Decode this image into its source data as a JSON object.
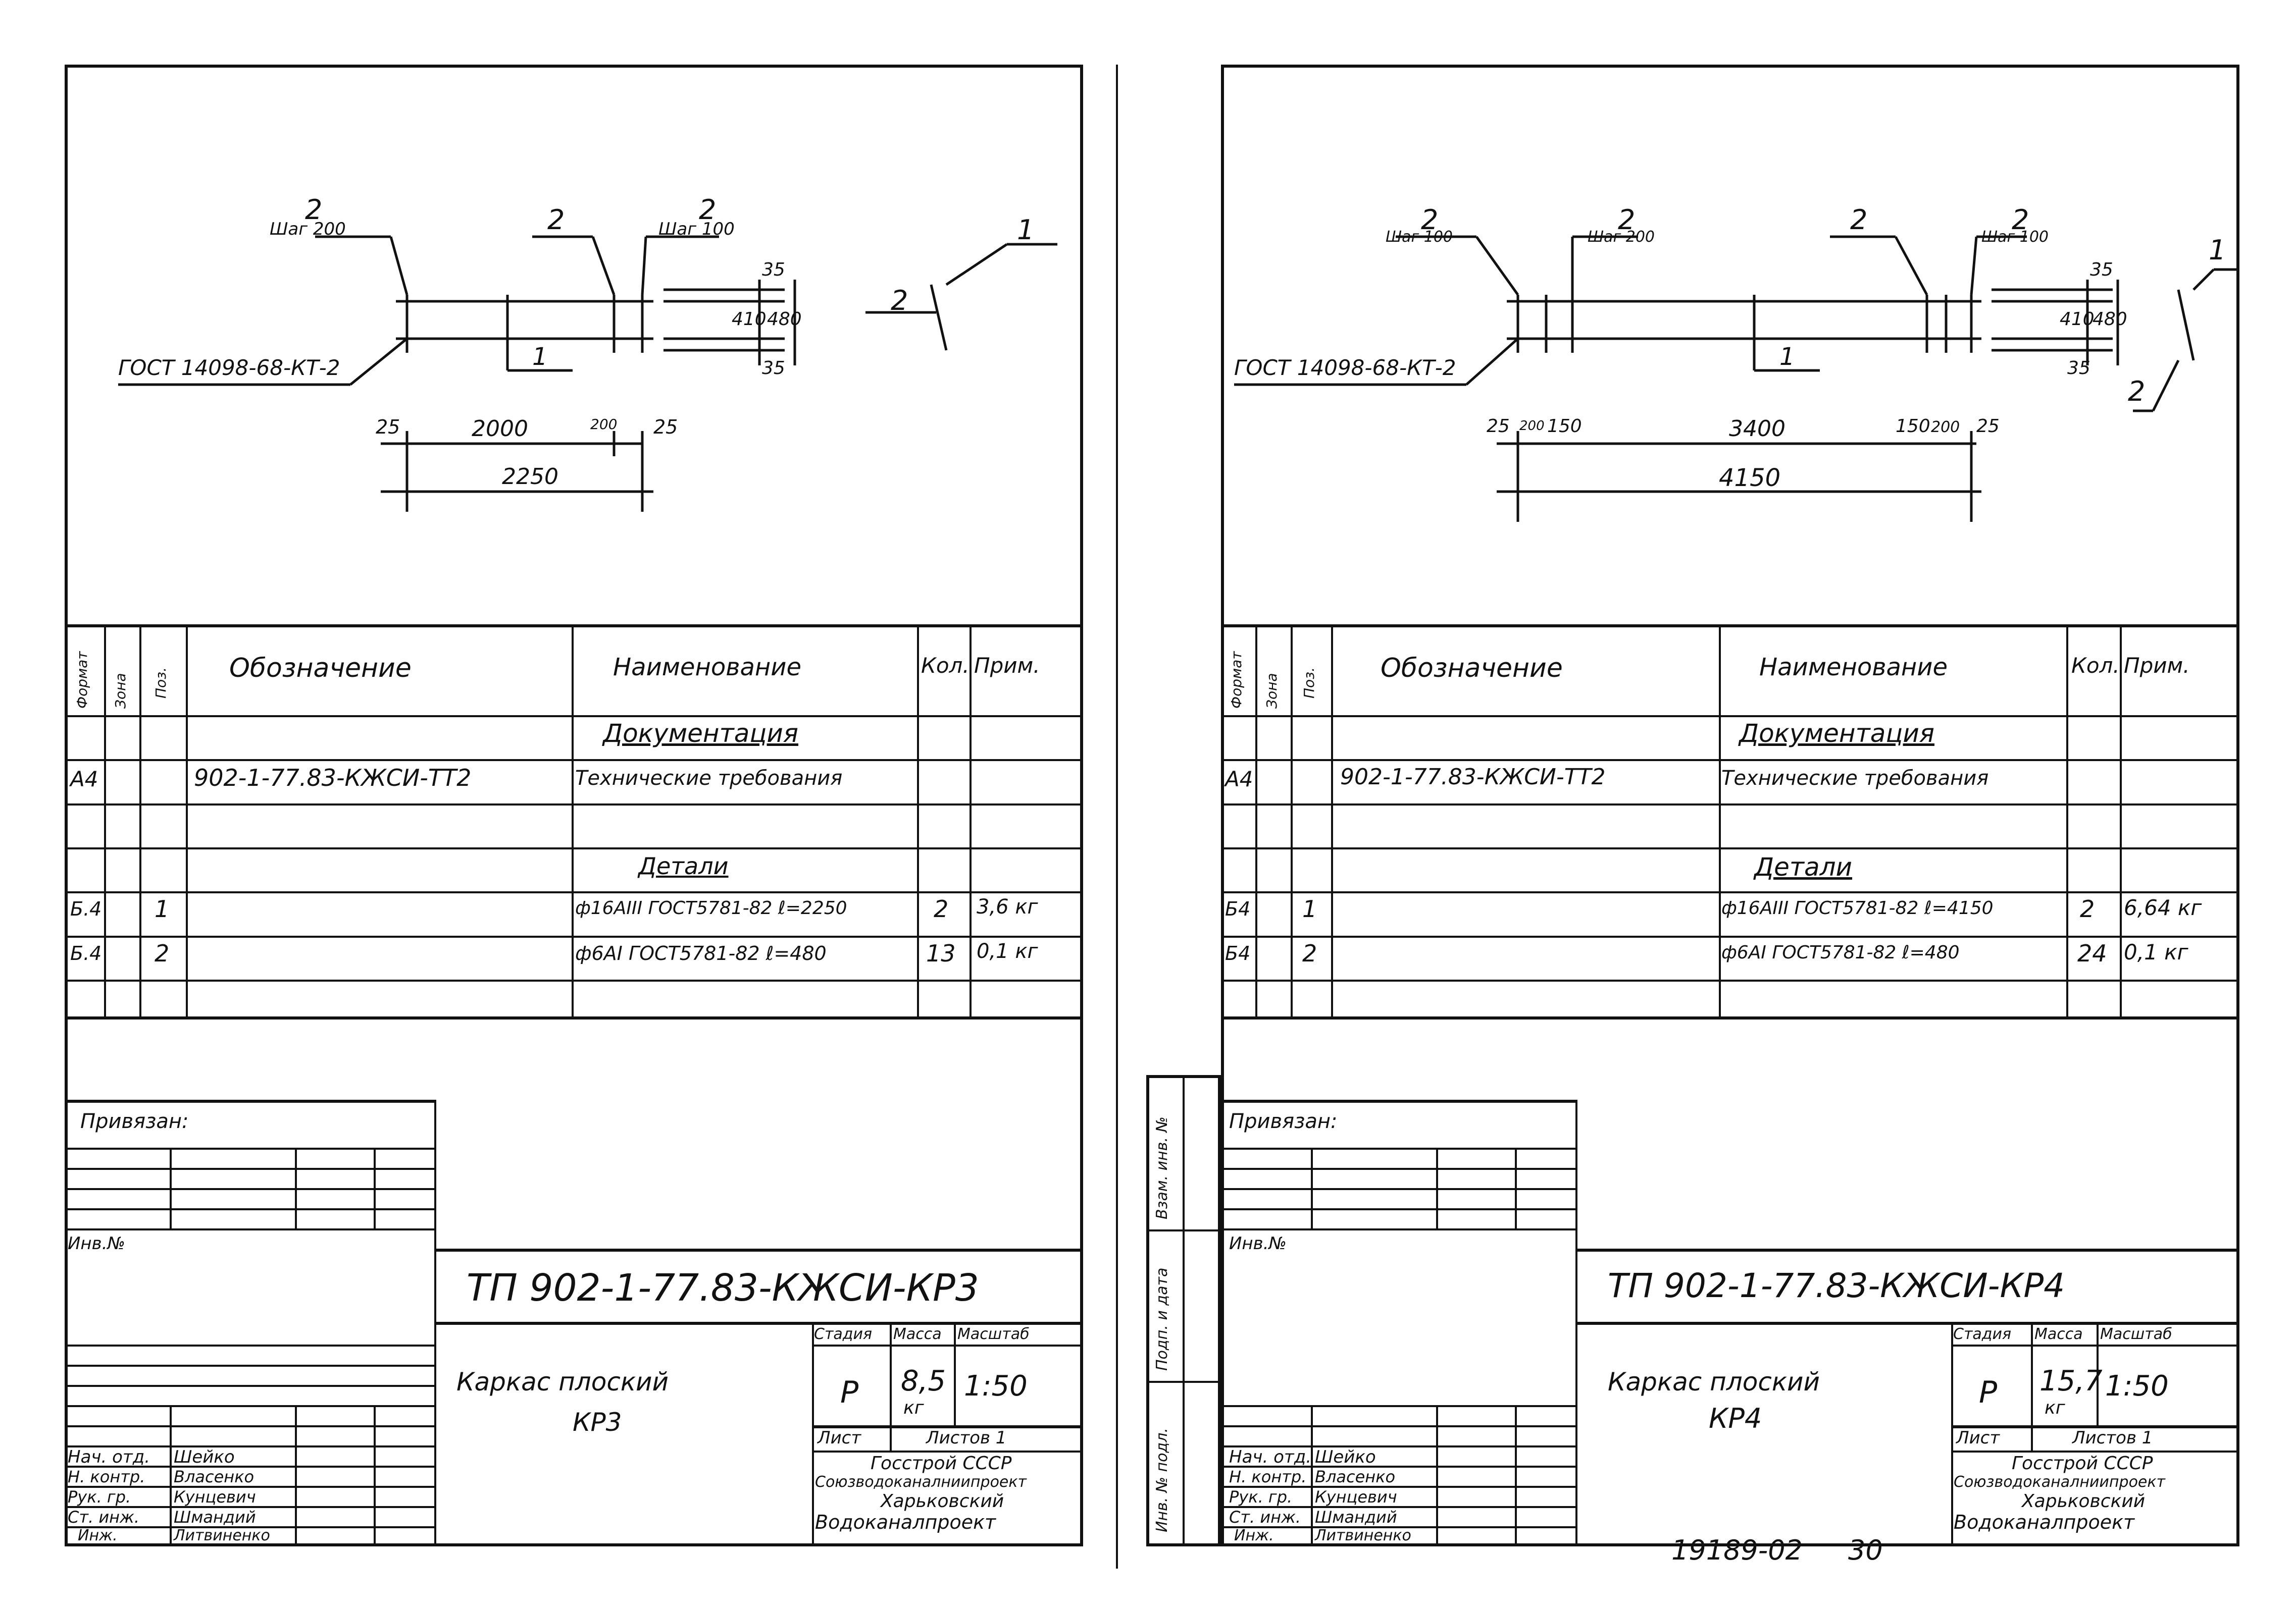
{
  "sheets": [
    {
      "id": "kr3",
      "drawing": {
        "leader_tl_num": "2",
        "leader_tl_step": "Шаг 200",
        "leader_tr_num": "2",
        "leader_tr2_num": "2",
        "leader_tr2_step": "Шаг 100",
        "gost_label": "ГОСТ 14098-68-КТ-2",
        "bar_label": "1",
        "dim_35a": "35",
        "dim_410": "410",
        "dim_480": "480",
        "dim_35b": "35",
        "dim_25l": "25",
        "dim_2000": "2000",
        "dim_200": "200",
        "dim_25r": "25",
        "dim_2250": "2250",
        "section_1": "1",
        "section_2": "2"
      },
      "spec": {
        "headers": [
          "Формат",
          "Зона",
          "Поз.",
          "Обозначение",
          "Наименование",
          "Кол.",
          "Прим."
        ],
        "section_docs": "Документация",
        "section_details": "Детали",
        "rows": [
          {
            "fmt": "А4",
            "zone": "",
            "pos": "",
            "code": "902-1-77.83-КЖСИ-ТТ2",
            "name": "Технические требования",
            "qty": "",
            "note": ""
          },
          {
            "fmt": "Б.4",
            "zone": "",
            "pos": "1",
            "code": "",
            "name": "ф16АIII ГОСТ5781-82 ℓ=2250",
            "qty": "2",
            "note": "3,6 кг"
          },
          {
            "fmt": "Б.4",
            "zone": "",
            "pos": "2",
            "code": "",
            "name": "ф6АI ГОСТ5781-82 ℓ=480",
            "qty": "13",
            "note": "0,1 кг"
          }
        ]
      },
      "title_block": {
        "privyazan": "Привязан:",
        "inv_no": "Инв.№",
        "doc_code": "ТП 902-1-77.83-КЖСИ-КР3",
        "name_line1": "Каркас плоский",
        "name_line2": "КР3",
        "col_stage": "Стадия",
        "col_mass": "Масса",
        "col_scale": "Масштаб",
        "stage": "Р",
        "mass": "8,5",
        "mass_unit": "кг",
        "scale": "1:50",
        "sheet_label": "Лист",
        "sheets_label": "Листов 1",
        "org_line1": "Госстрой СССР",
        "org_line2": "Союзводоканалниипроект",
        "org_line3": "Харьковский",
        "org_line4": "Водоканалпроект",
        "staff": [
          {
            "role": "Нач. отд.",
            "name": "Шейко"
          },
          {
            "role": "Н. контр.",
            "name": "Власенко"
          },
          {
            "role": "Рук. гр.",
            "name": "Кунцевич"
          },
          {
            "role": "Ст. инж.",
            "name": "Шмандий"
          },
          {
            "role": "Инж.",
            "name": "Литвиненко"
          }
        ]
      }
    },
    {
      "id": "kr4",
      "drawing": {
        "leader_a_num": "2",
        "leader_a_step": "Шаг 100",
        "leader_b_num": "2",
        "leader_b_step": "Шаг 200",
        "leader_c_num": "2",
        "leader_d_num": "2",
        "leader_d_step": "Шаг 100",
        "gost_label": "ГОСТ 14098-68-КТ-2",
        "bar_label": "1",
        "dim_35a": "35",
        "dim_410": "410",
        "dim_480": "480",
        "dim_35b": "35",
        "dim_25l": "25",
        "dim_200l": "200",
        "dim_150l": "150",
        "dim_3400": "3400",
        "dim_150r": "150",
        "dim_200r": "200",
        "dim_25r": "25",
        "dim_4150": "4150",
        "section_1": "1",
        "section_2": "2"
      },
      "spec": {
        "headers": [
          "Формат",
          "Зона",
          "Поз.",
          "Обозначение",
          "Наименование",
          "Кол.",
          "Прим."
        ],
        "section_docs": "Документация",
        "section_details": "Детали",
        "rows": [
          {
            "fmt": "А4",
            "zone": "",
            "pos": "",
            "code": "902-1-77.83-КЖСИ-ТТ2",
            "name": "Технические требования",
            "qty": "",
            "note": ""
          },
          {
            "fmt": "Б4",
            "zone": "",
            "pos": "1",
            "code": "",
            "name": "ф16АIII ГОСТ5781-82 ℓ=4150",
            "qty": "2",
            "note": "6,64 кг"
          },
          {
            "fmt": "Б4",
            "zone": "",
            "pos": "2",
            "code": "",
            "name": "ф6АI ГОСТ5781-82 ℓ=480",
            "qty": "24",
            "note": "0,1 кг"
          }
        ]
      },
      "side_stamp": {
        "a": "Взам. инв. №",
        "b": "Подп. и дата",
        "c": "Инв. № подл."
      },
      "title_block": {
        "privyazan": "Привязан:",
        "inv_no": "Инв.№",
        "doc_code": "ТП 902-1-77.83-КЖСИ-КР4",
        "name_line1": "Каркас плоский",
        "name_line2": "КР4",
        "col_stage": "Стадия",
        "col_mass": "Масса",
        "col_scale": "Масштаб",
        "stage": "Р",
        "mass": "15,7",
        "mass_unit": "кг",
        "scale": "1:50",
        "sheet_label": "Лист",
        "sheets_label": "Листов 1",
        "org_line1": "Госстрой СССР",
        "org_line2": "Союзводоканалниипроект",
        "org_line3": "Харьковский",
        "org_line4": "Водоканалпроект",
        "staff": [
          {
            "role": "Нач. отд.",
            "name": "Шейко"
          },
          {
            "role": "Н. контр.",
            "name": "Власенко"
          },
          {
            "role": "Рук. гр.",
            "name": "Кунцевич"
          },
          {
            "role": "Ст. инж.",
            "name": "Шмандий"
          },
          {
            "role": "Инж.",
            "name": "Литвиненко"
          }
        ]
      }
    }
  ],
  "footer": {
    "archive_no": "19189-02",
    "page_no": "30"
  }
}
